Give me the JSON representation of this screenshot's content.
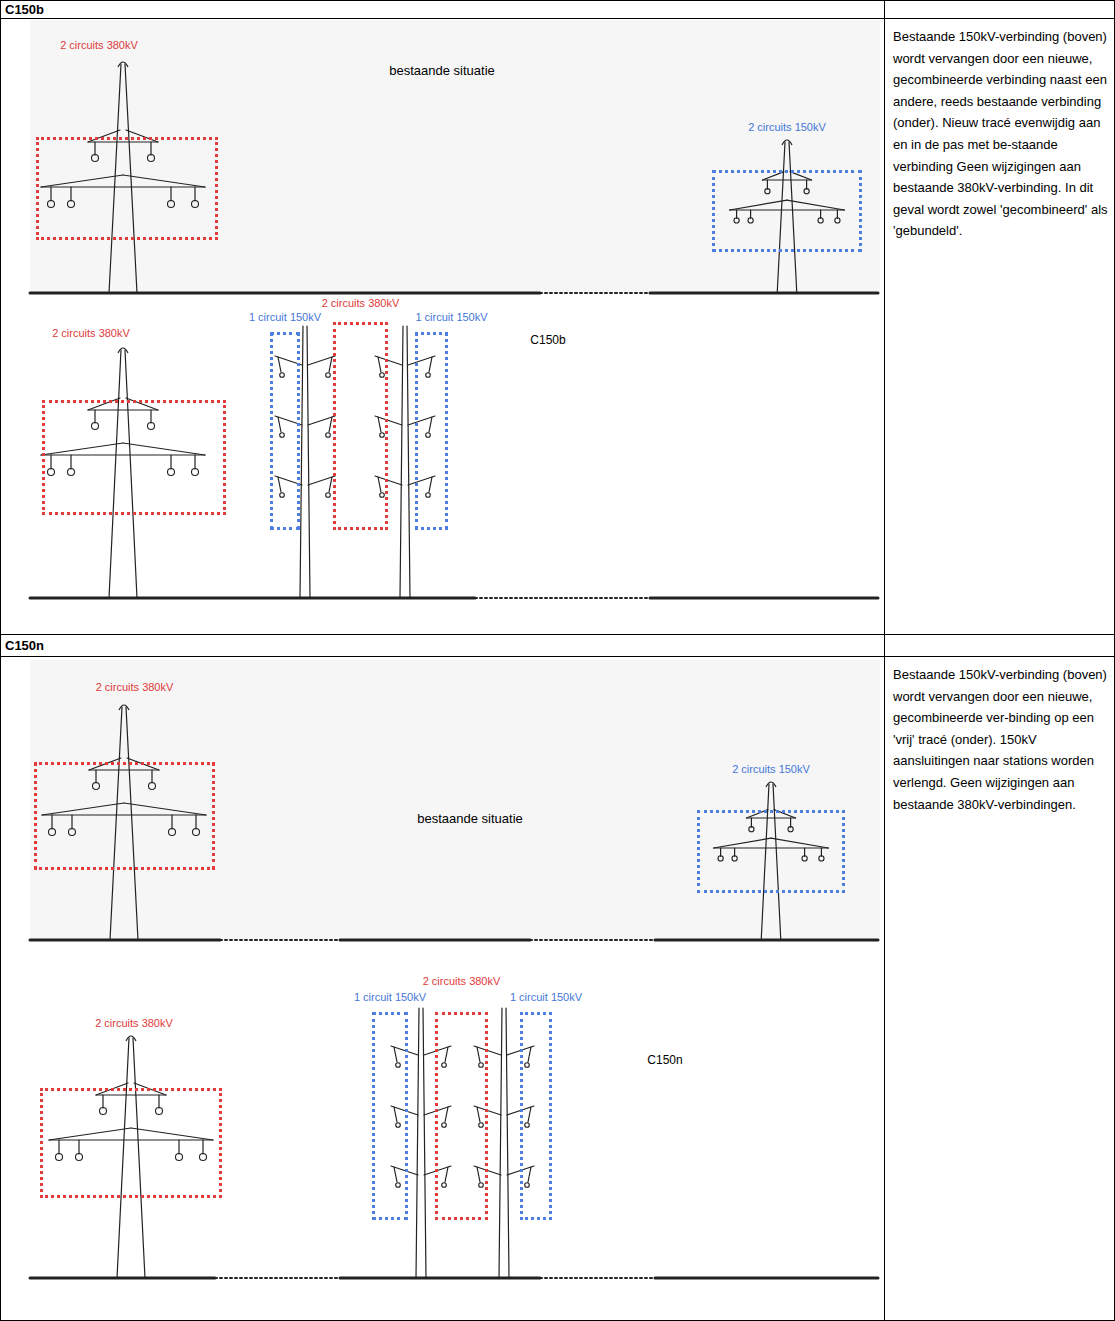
{
  "diagram": {
    "nodes": [
      {
        "text": [
          "2 circuits 380kV"
        ]
      },
      {
        "text": [
          "2 circuits 150kV"
        ]
      },
      {
        "text": [
          "2 circuits 380kV"
        ]
      },
      {
        "text": [
          "1 circuit 150kV"
        ]
      },
      {
        "text": [
          "2 circuits 380kV"
        ]
      },
      {
        "text": [
          "1 circuit 150kV"
        ]
      },
      {
        "text": [
          "2 circuits 380kV"
        ]
      },
      {
        "text": [
          "2 circuits 150kV"
        ]
      },
      {
        "text": [
          "2 circuits 380kV"
        ]
      },
      {
        "text": [
          "1 circuit 150kV"
        ]
      },
      {
        "text": [
          "2 circuits 380kV"
        ]
      },
      {
        "text": [
          "1 circuit 150kV"
        ]
      }
    ],
    "labels": [
      "C150b",
      "bestaande situatie",
      "C150b",
      "Bestaande 150kV-verbinding (boven) wordt vervangen door een nieuwe, gecombineerde verbinding naast een andere, reeds bestaande verbinding (onder). Nieuw tracé evenwijdig aan en in de pas met be-staande verbinding Geen wijzigingen aan bestaande 380kV-verbinding. In dit geval wordt zowel 'gecombineerd' als 'gebundeld'.",
      "C150n",
      "bestaande situatie",
      "C150n",
      "Bestaande 150kV-verbinding (boven) wordt vervangen door een nieuwe, gecombineerde ver-binding op een 'vrij' tracé (onder). 150kV aansluitingen naar stations worden verlengd. Geen wijzigingen aan bestaande 380kV-verbindingen."
    ]
  }
}
